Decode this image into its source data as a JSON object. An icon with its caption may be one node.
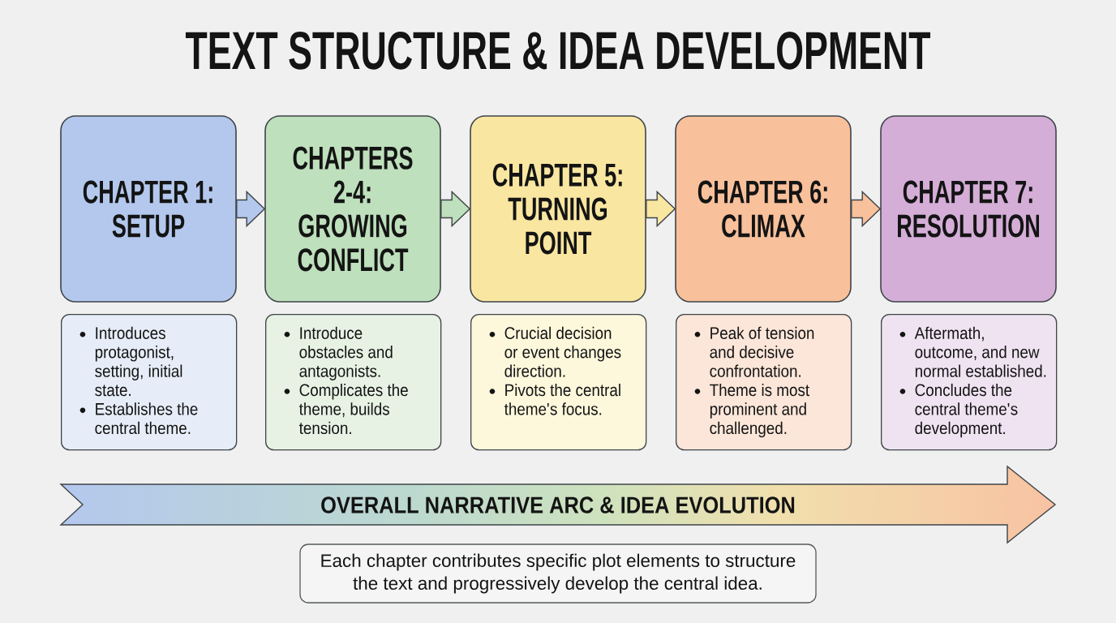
{
  "diagram": {
    "title": "TEXT STRUCTURE & IDEA DEVELOPMENT",
    "nodes": [
      {
        "text": [
          "CHAPTER 1: SETUP"
        ]
      },
      {
        "text": [
          "CHAPTERS 2-4: GROWING CONFLICT"
        ]
      },
      {
        "text": [
          "CHAPTER 5: TURNING POINT"
        ]
      },
      {
        "text": [
          "CHAPTER 6: CLIMAX"
        ]
      },
      {
        "text": [
          "CHAPTER 7: RESOLUTION"
        ]
      },
      {
        "text": [
          "Introduces protagonist, setting, initial state.",
          "Establishes the central theme."
        ]
      },
      {
        "text": [
          "Introduce obstacles and antagonists.",
          "Complicates the theme, builds tension."
        ]
      },
      {
        "text": [
          "Crucial decision or event changes direction.",
          "Pivots the central theme's focus."
        ]
      },
      {
        "text": [
          "Peak of tension and decisive confrontation.",
          "Theme is most prominent and challenged."
        ]
      },
      {
        "text": [
          "Aftermath, outcome, and new normal established.",
          "Concludes the central theme's development."
        ]
      },
      {
        "text": [
          "OVERALL NARRATIVE ARC & IDEA EVOLUTION"
        ]
      },
      {
        "text": [
          "Each chapter contributes specific plot elements to structure the text and progressively develop the central idea."
        ]
      }
    ],
    "edges": [
      {
        "from": 0,
        "to": 1,
        "arrow": "to",
        "color": "#b3c8ec"
      },
      {
        "from": 1,
        "to": 2,
        "arrow": "to",
        "color": "#bee0bc"
      },
      {
        "from": 2,
        "to": 3,
        "arrow": "to",
        "color": "#f9e6a1"
      },
      {
        "from": 3,
        "to": 4,
        "arrow": "to",
        "color": "#f8c09b"
      }
    ]
  }
}
